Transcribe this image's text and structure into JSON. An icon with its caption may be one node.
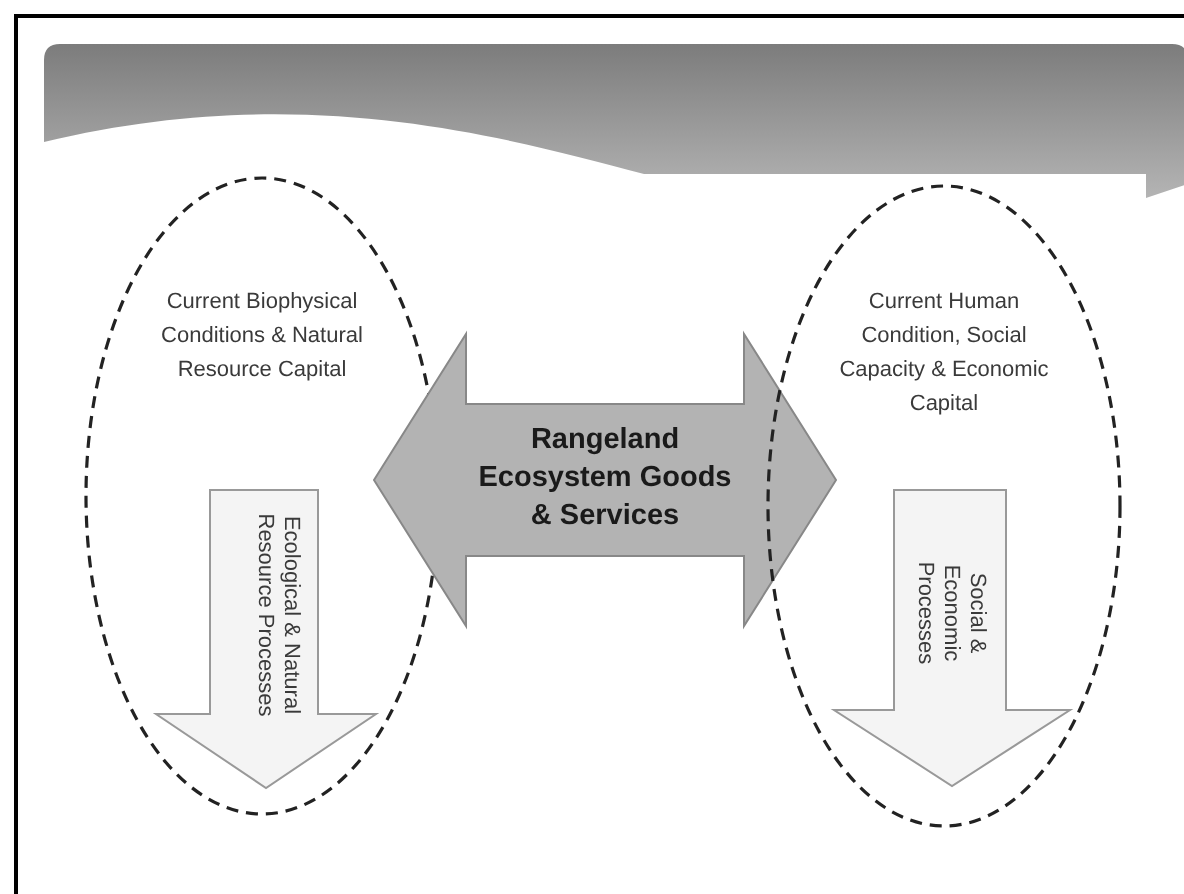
{
  "diagram": {
    "nodes": [
      {
        "text": [
          "Current Biophysical Conditions & Natural Resource Capital"
        ]
      },
      {
        "text": [
          "Ecological & Natural Resource Processes"
        ],
        "in": 0
      },
      {
        "text": [
          "Rangeland Ecosystem Goods & Services"
        ]
      },
      {
        "text": [
          "Current Human Condition, Social Capacity & Economic Capital"
        ]
      },
      {
        "text": [
          "Social & Economic Processes"
        ],
        "in": 3
      }
    ]
  }
}
